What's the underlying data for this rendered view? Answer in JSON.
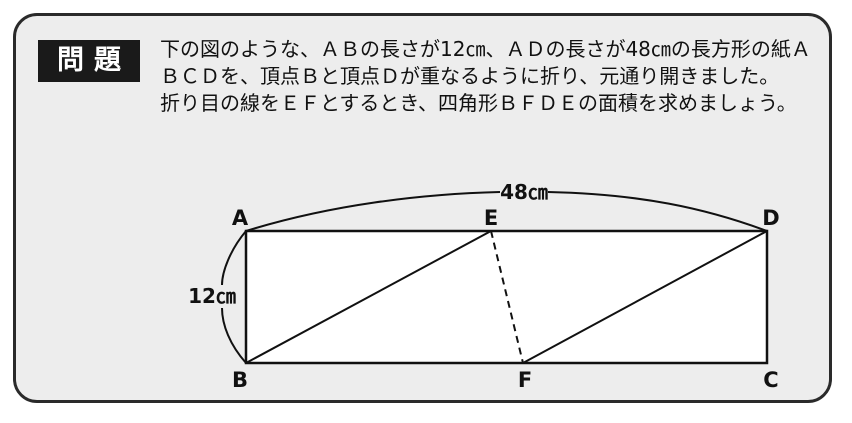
{
  "problem": {
    "badge": "問題",
    "paragraph1": "下の図のような、ＡＢの長さが12㎝、ＡＤの長さが48㎝の長方形の紙ＡＢＣＤを、頂点Ｂと頂点Ｄが重なるように折り、元通り開きました。",
    "paragraph2": "折り目の線をＥＦとするとき、四角形ＢＦＤＥの面積を求めましょう。"
  },
  "figure": {
    "width_label": "48㎝",
    "height_label": "12㎝",
    "vertex_a": "A",
    "vertex_b": "B",
    "vertex_c": "C",
    "vertex_d": "D",
    "vertex_e": "E",
    "vertex_f": "F"
  }
}
